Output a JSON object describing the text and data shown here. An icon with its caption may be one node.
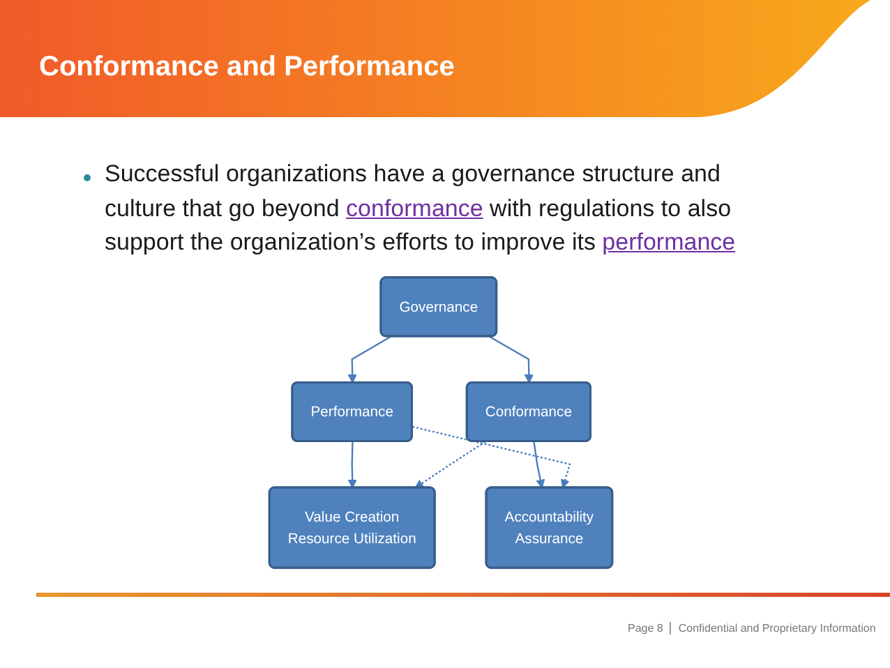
{
  "diagram": {
    "title": "Conformance and Performance",
    "nodes": [
      {
        "text": [
          "Governance"
        ]
      },
      {
        "text": [
          "Performance"
        ]
      },
      {
        "text": [
          "Conformance"
        ]
      },
      {
        "text": [
          "Value Creation",
          "Resource Utilization"
        ]
      },
      {
        "text": [
          "Accountability",
          "Assurance"
        ]
      }
    ],
    "edges": [
      {
        "from": 0,
        "to": 1,
        "arrow": "to"
      },
      {
        "from": 0,
        "to": 2,
        "arrow": "to"
      },
      {
        "from": 1,
        "to": 3,
        "arrow": "to"
      },
      {
        "from": 2,
        "to": 4,
        "arrow": "to"
      },
      {
        "from": 1,
        "to": 4,
        "arrow": "to",
        "style": "dashed"
      },
      {
        "from": 2,
        "to": 3,
        "arrow": "to",
        "style": "dashed"
      }
    ],
    "labels": [
      "Successful organizations have a governance structure and culture that go beyond conformance with regulations to also support the organization’s efforts to improve its performance",
      "Page 8",
      "Confidential and Proprietary Information"
    ]
  }
}
